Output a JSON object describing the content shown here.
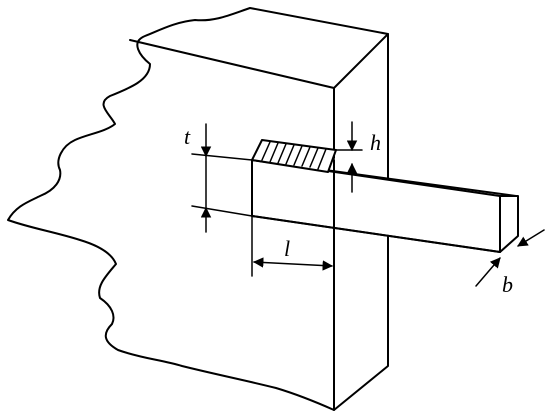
{
  "labels": {
    "t": "t",
    "h": "h",
    "l": "l",
    "b": "b"
  },
  "colors": {
    "ink": "#000000",
    "background": "#ffffff"
  }
}
